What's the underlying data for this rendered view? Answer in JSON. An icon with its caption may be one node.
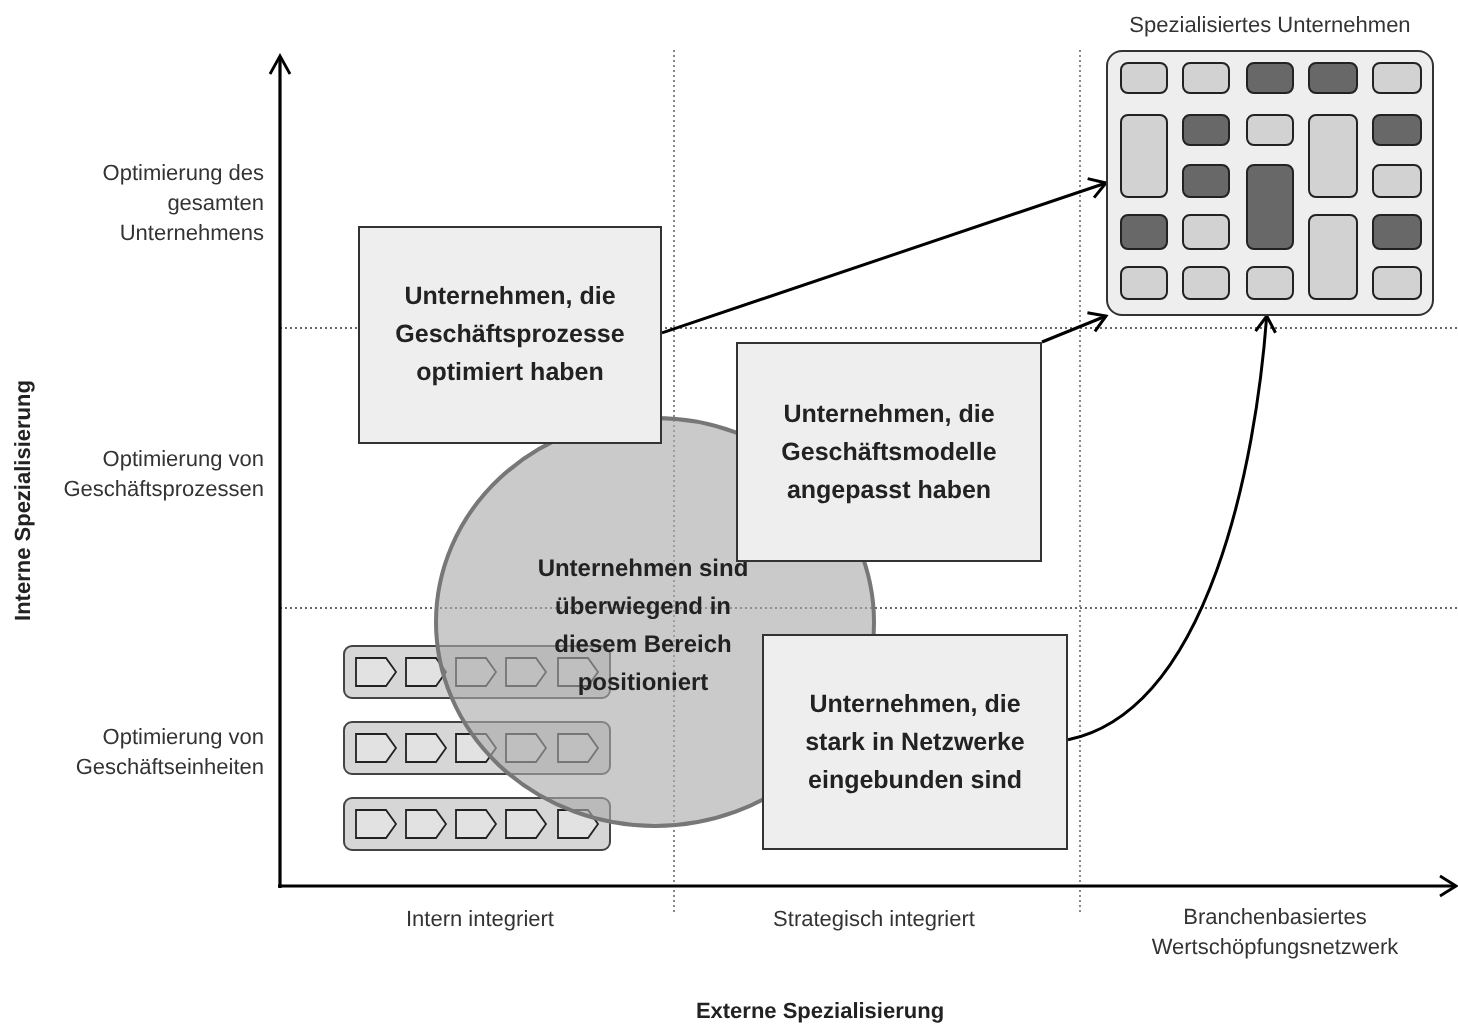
{
  "diagram": {
    "nodes": [
      {
        "text": [
          "Spezialisiertes Unternehmen"
        ]
      },
      {
        "text": [
          "Unternehmen, die Geschäftsprozesse optimiert haben"
        ]
      },
      {
        "text": [
          "Unternehmen, die Geschäftsmodelle angepasst haben"
        ]
      },
      {
        "text": [
          "Unternehmen sind überwiegend in diesem Bereich positioniert"
        ]
      },
      {
        "text": [
          "Unternehmen, die stark in Netzwerke eingebunden sind"
        ]
      }
    ],
    "edges": [
      {
        "from": 1,
        "to": 0,
        "arrow": "to"
      },
      {
        "from": 2,
        "to": 0,
        "arrow": "to"
      },
      {
        "from": 4,
        "to": 0,
        "arrow": "to"
      }
    ],
    "labels": [
      "Optimierung des gesamten Unternehmens",
      "Optimierung von Geschäftsprozessen",
      "Optimierung von Geschäftseinheiten",
      "Intern integriert",
      "Strategisch integriert",
      "Branchenbasiertes Wertschöpfungsnetzwerk",
      "Externe Spezialisierung",
      "Interne Spezialisierung"
    ]
  }
}
